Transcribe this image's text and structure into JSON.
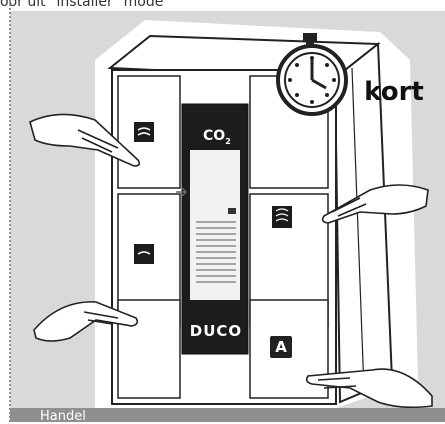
{
  "top_caption": "oor uit \"installer\" mode",
  "duration_label": "kort",
  "device_display": {
    "sensor_label": "CO",
    "sensor_subscript": "2",
    "brand": "DUCO"
  },
  "buttons": [
    {
      "position": "top-left",
      "icon": "vent-low-icon"
    },
    {
      "position": "top-right",
      "icon": "vent-high-icon"
    },
    {
      "position": "bottom-left",
      "icon": "vent-medium-icon"
    },
    {
      "position": "bottom-right",
      "icon": "auto-icon",
      "label": "A"
    }
  ],
  "section_heading": "Handel"
}
